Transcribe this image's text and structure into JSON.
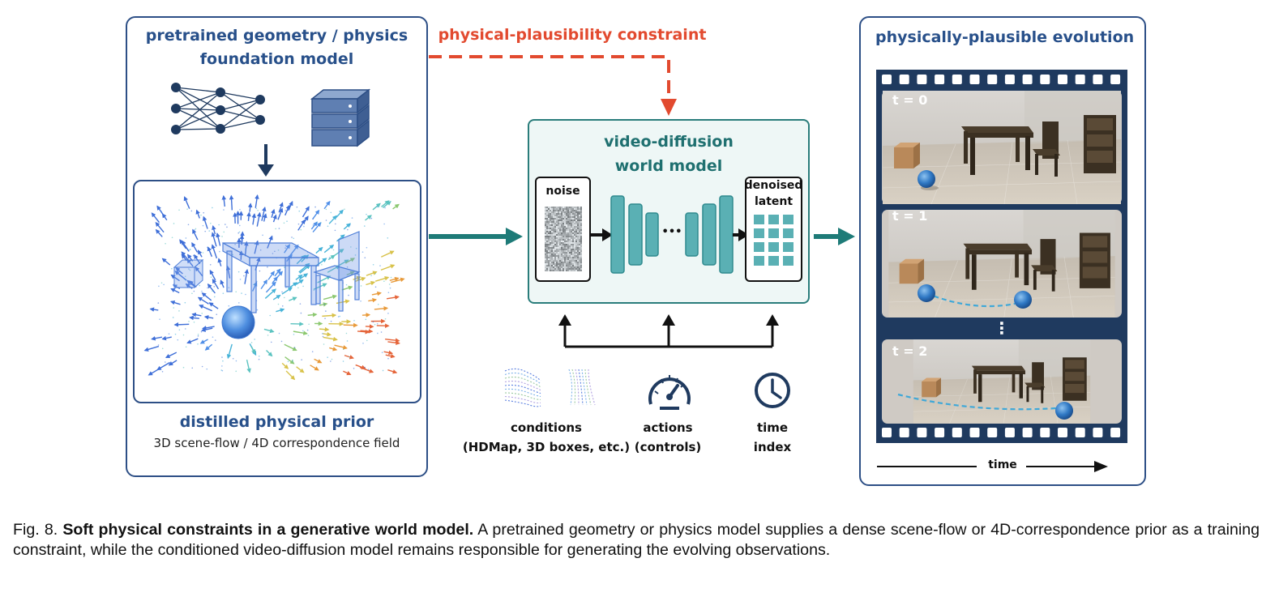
{
  "left_panel": {
    "title_line1": "pretrained geometry / physics",
    "title_line2": "foundation model",
    "prior_title": "distilled physical prior",
    "prior_subtitle": "3D scene-flow / 4D correspondence field"
  },
  "constraint_label": "physical-plausibility constraint",
  "center_panel": {
    "title_line1": "video-diffusion",
    "title_line2": "world model",
    "noise_label": "noise",
    "latent_label_line1": "denoised",
    "latent_label_line2": "latent",
    "ellipsis": "•••"
  },
  "inputs": {
    "conditions_line1": "conditions",
    "conditions_line2": "(HDMap, 3D boxes, etc.)",
    "actions_line1": "actions",
    "actions_line2": "(controls)",
    "time_line1": "time",
    "time_line2": "index"
  },
  "right_panel": {
    "title": "physically-plausible evolution",
    "frames": [
      {
        "label": "t = 0"
      },
      {
        "label": "t = 1"
      },
      {
        "label": "t = 2"
      }
    ],
    "vertical_ellipsis": "⋮",
    "time_axis_label": "time"
  },
  "caption": {
    "prefix": "Fig. 8.",
    "bold": "Soft physical constraints in a generative world model.",
    "body": "A pretrained geometry or physics model supplies a dense scene-flow or 4D-correspondence prior as a training constraint, while the conditioned video-diffusion model remains responsible for generating the evolving observations."
  },
  "colors": {
    "panel_border": "#2d4f86",
    "teal": "#1f7070",
    "arrow_teal": "#1e7b78",
    "constraint_red": "#e24a2f",
    "film_dark": "#1f3a5f",
    "unet_block": "#5ab0b4"
  }
}
